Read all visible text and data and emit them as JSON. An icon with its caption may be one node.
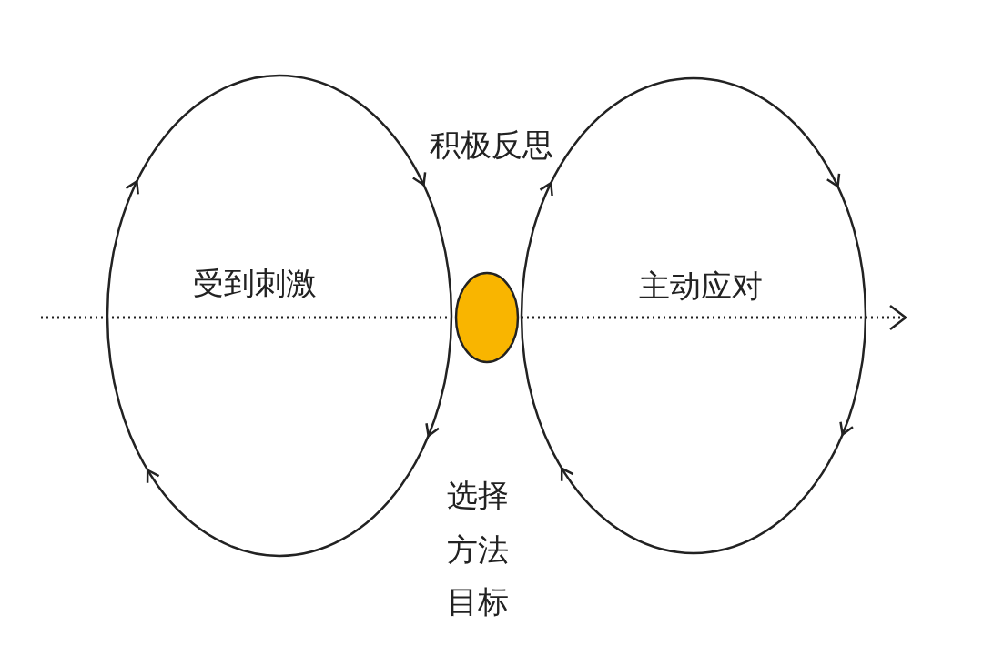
{
  "diagram": {
    "nodes": [
      {
        "text": [
          "受到刺激"
        ]
      },
      {
        "text": [
          "主动应对"
        ]
      },
      {
        "text": [],
        "shape": "circle"
      }
    ],
    "labels": [
      "积极反思",
      "选择",
      "方法",
      "目标"
    ]
  }
}
